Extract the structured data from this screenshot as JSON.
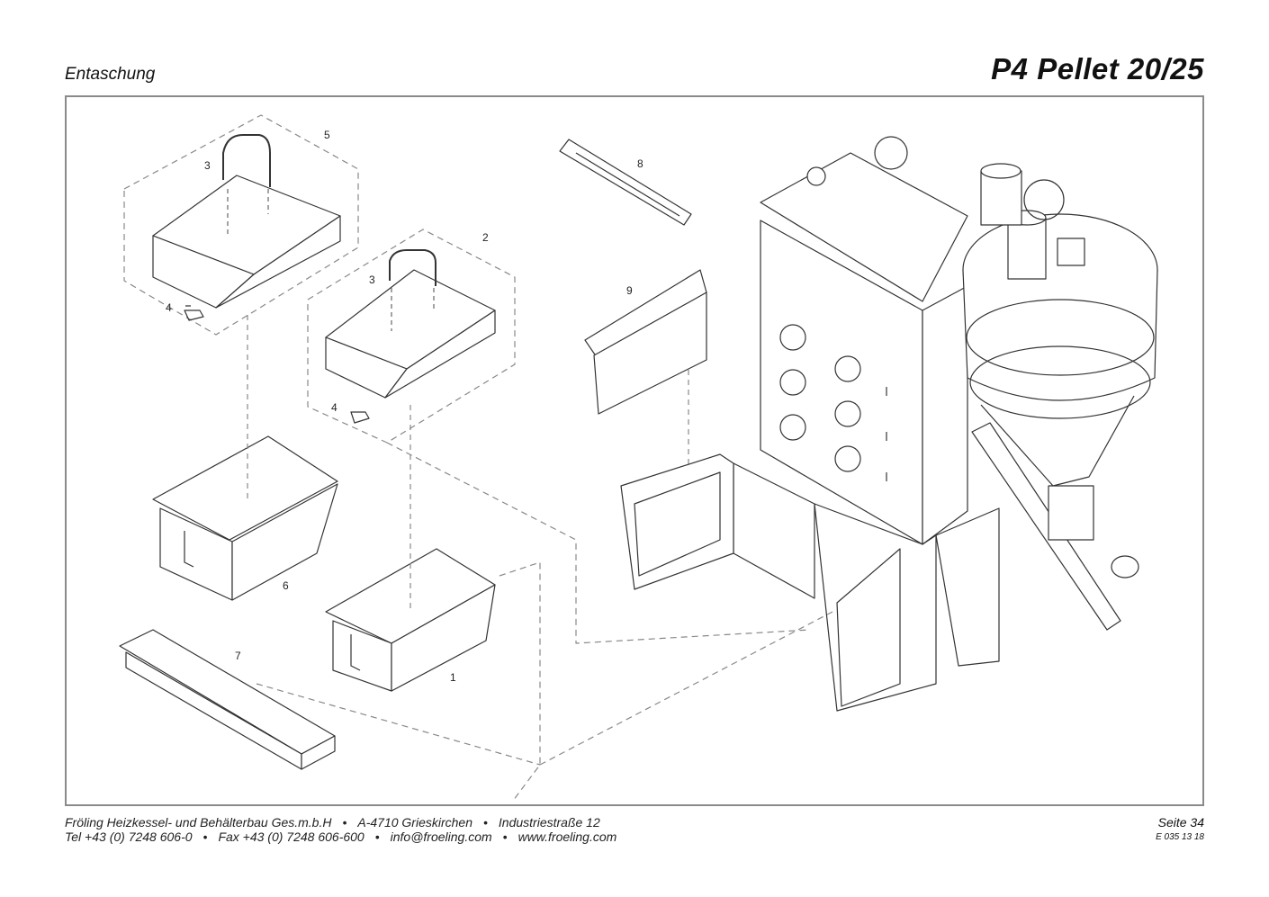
{
  "header": {
    "section": "Entaschung",
    "product": "P4 Pellet 20/25"
  },
  "callouts": [
    "1",
    "2",
    "3",
    "3",
    "4",
    "4",
    "5",
    "6",
    "7",
    "8",
    "9"
  ],
  "footer": {
    "company": "Fröling Heizkessel- und Behälterbau Ges.m.b.H",
    "city": "A-4710 Grieskirchen",
    "street": "Industriestraße 12",
    "tel": "Tel +43 (0) 7248 606-0",
    "fax": "Fax +43 (0) 7248 606-600",
    "email": "info@froeling.com",
    "web": "www.froeling.com",
    "bullet": "•",
    "page": "Seite 34",
    "doc": "E 035 13 18"
  }
}
